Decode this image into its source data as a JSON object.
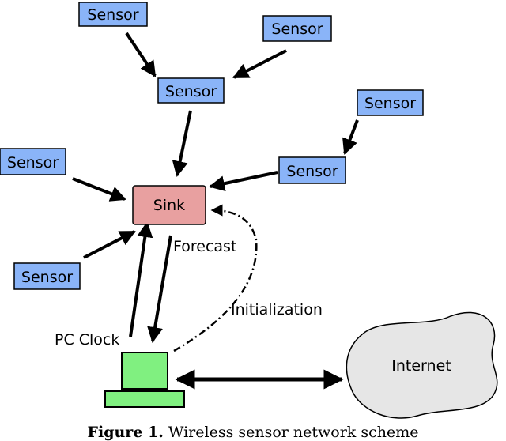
{
  "nodes": {
    "sensor_label": "Sensor",
    "sink_label": "Sink",
    "internet_label": "Internet"
  },
  "edge_labels": {
    "forecast": "Forecast",
    "initialization": "Initialization",
    "pc_clock": "PC Clock"
  },
  "caption": {
    "prefix": "Figure 1.",
    "text": "Wireless sensor network scheme"
  },
  "colors": {
    "sensor_fill": "#8ab4f8",
    "sink_fill": "#e8a0a0",
    "pc_fill": "#80f080",
    "internet_fill": "#e6e6e6",
    "stroke": "#000000"
  }
}
